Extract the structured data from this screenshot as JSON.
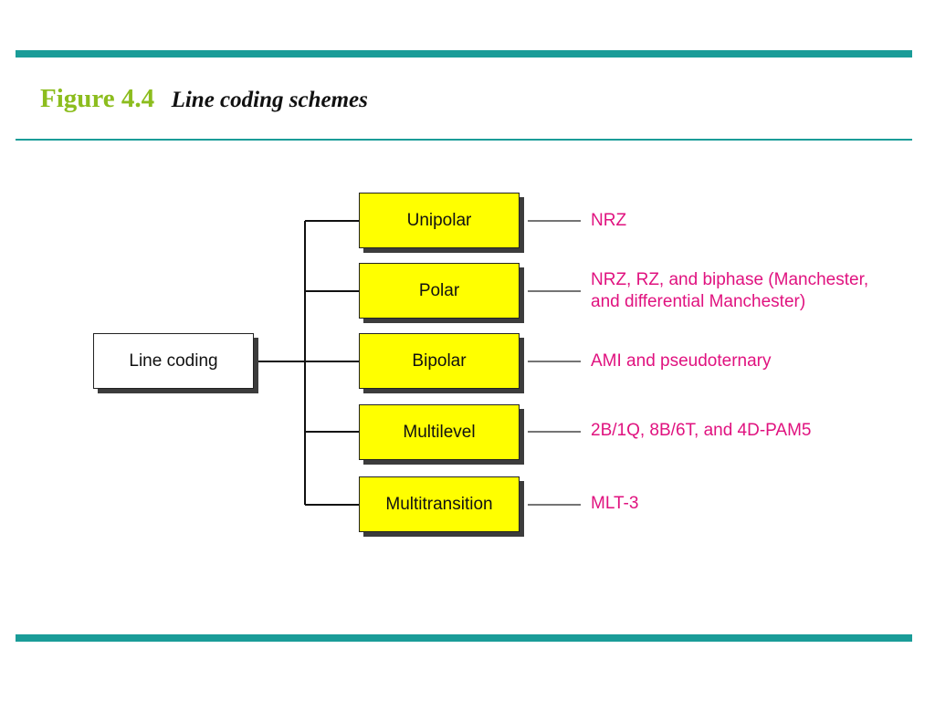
{
  "figure": {
    "number": "Figure 4.4",
    "caption": "Line coding schemes"
  },
  "diagram": {
    "root": "Line coding",
    "categories": [
      {
        "name": "Unipolar",
        "schemes": "NRZ"
      },
      {
        "name": "Polar",
        "schemes_line1": "NRZ, RZ, and biphase (Manchester,",
        "schemes_line2": "and differential Manchester)"
      },
      {
        "name": "Bipolar",
        "schemes": "AMI and pseudoternary"
      },
      {
        "name": "Multilevel",
        "schemes": "2B/1Q,  8B/6T, and 4D-PAM5"
      },
      {
        "name": "Multitransition",
        "schemes": "MLT-3"
      }
    ]
  },
  "colors": {
    "accent_rule": "#1a9c98",
    "figure_number": "#8cbd1e",
    "category_fill": "#ffff00",
    "scheme_text": "#e0127f"
  }
}
